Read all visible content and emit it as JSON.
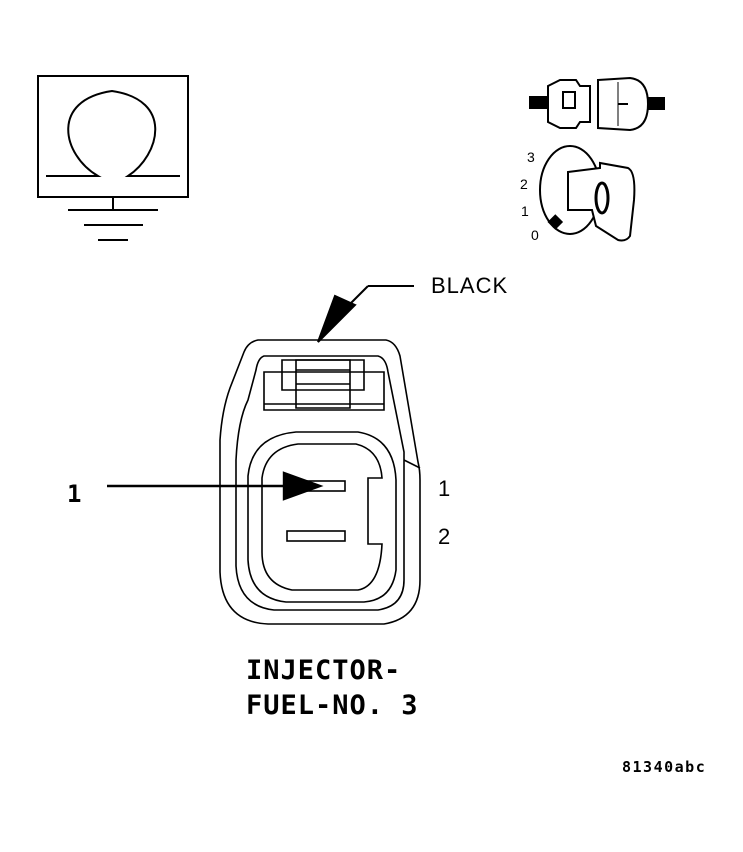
{
  "wire_color_label": "BLACK",
  "callout_number": "1",
  "pin_numbers": [
    "1",
    "2"
  ],
  "key_positions": [
    "3",
    "2",
    "1",
    "0"
  ],
  "key_letter": "O",
  "component_name_line1": "INJECTOR-",
  "component_name_line2": "FUEL-NO. 3",
  "figure_id": "81340abc",
  "icons": [
    "ohmmeter-icon",
    "ground-icon",
    "connector-disconnected-icon",
    "ignition-key-off-icon"
  ],
  "colors": {
    "ink": "#000000",
    "background": "#ffffff"
  }
}
